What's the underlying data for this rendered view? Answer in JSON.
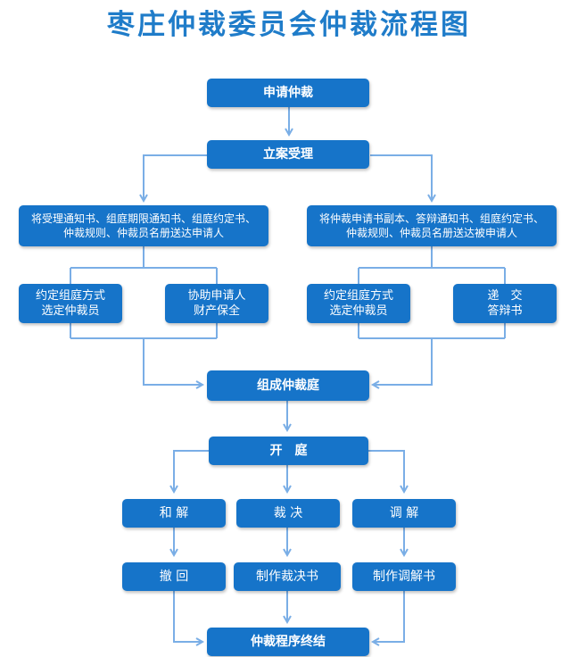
{
  "title": "枣庄仲裁委员会仲裁流程图",
  "nodes": {
    "apply": "申请仲裁",
    "register": "立案受理",
    "notice_applicant": "将受理通知书、组庭期限通知书、组庭约定书、仲裁规则、仲裁员名册送达申请人",
    "notice_respondent": "将仲裁申请书副本、答辩通知书、组庭约定书、仲裁规则、仲裁员名册送达被申请人",
    "agree_left": "约定组庭方式\n选定仲裁员",
    "assist": "协助申请人\n财产保全",
    "agree_right": "约定组庭方式\n选定仲裁员",
    "submit_defense": "递　交\n答辩书",
    "form_tribunal": "组成仲裁庭",
    "hearing": "开　庭",
    "settlement": "和 解",
    "award": "裁 决",
    "mediation": "调 解",
    "withdraw": "撤 回",
    "make_award": "制作裁决书",
    "make_mediation": "制作调解书",
    "end": "仲裁程序终结"
  },
  "colors": {
    "box": "#1674c9",
    "title": "#1f7cc9",
    "line": "#7aaee6"
  }
}
